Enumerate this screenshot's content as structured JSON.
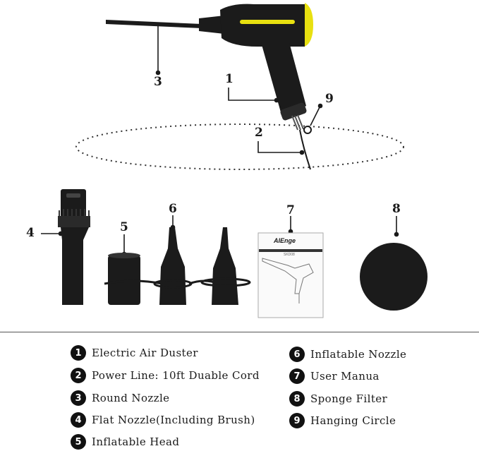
{
  "callouts": [
    "1",
    "2",
    "3",
    "4",
    "5",
    "6",
    "7",
    "8",
    "9"
  ],
  "manual": {
    "brand": "AIEnge",
    "model": "SKD08"
  },
  "legend": [
    {
      "num": "1",
      "label": "Electric Air Duster"
    },
    {
      "num": "2",
      "label": "Power Line: 10ft Duable Cord"
    },
    {
      "num": "3",
      "label": "Round Nozzle"
    },
    {
      "num": "4",
      "label": "Flat Nozzle(Including Brush)"
    },
    {
      "num": "5",
      "label": "Inflatable Head"
    },
    {
      "num": "6",
      "label": "Inflatable Nozzle"
    },
    {
      "num": "7",
      "label": "User Manua"
    },
    {
      "num": "8",
      "label": "Sponge Filter"
    },
    {
      "num": "9",
      "label": "Hanging Circle"
    }
  ],
  "colors": {
    "accent": "#e8e010",
    "body": "#1b1b1b",
    "text": "#1a1a1a"
  }
}
